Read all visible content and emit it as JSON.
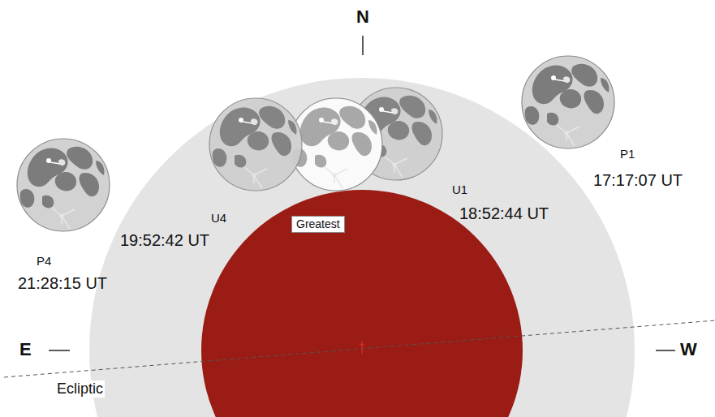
{
  "diagram": {
    "nodes": [
      {
        "text": [
          "Greatest"
        ]
      }
    ],
    "labels": [
      "N",
      "E",
      "W",
      "P1",
      "17:17:07 UT",
      "U1",
      "18:52:44 UT",
      "U4",
      "19:52:42 UT",
      "P4",
      "21:28:15 UT",
      "Ecliptic"
    ]
  }
}
